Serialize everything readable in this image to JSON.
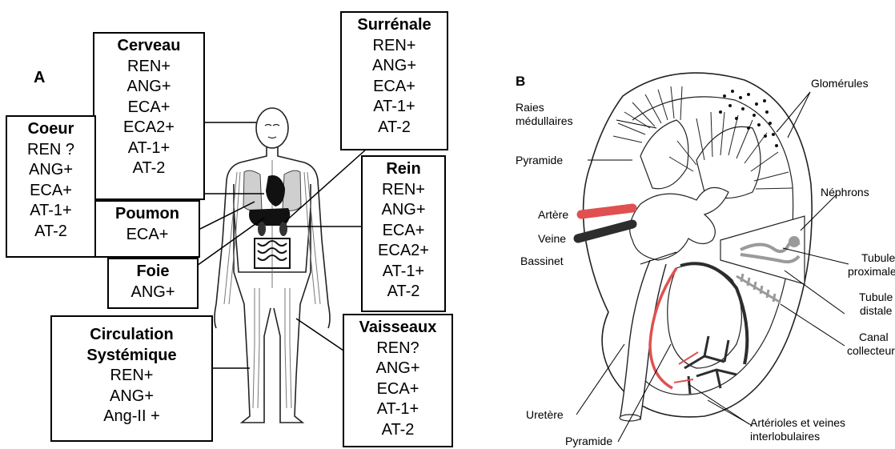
{
  "panel_a": {
    "letter": "A",
    "boxes": {
      "cerveau": {
        "title": "Cerveau",
        "lines": [
          "REN+",
          "ANG+",
          "ECA+",
          "ECA2+",
          "AT-1+",
          "AT-2"
        ]
      },
      "coeur": {
        "title": "Coeur",
        "lines": [
          "REN ?",
          "ANG+",
          "ECA+",
          "AT-1+",
          "AT-2"
        ]
      },
      "poumon": {
        "title": "Poumon",
        "lines": [
          "ECA+"
        ]
      },
      "foie": {
        "title": "Foie",
        "lines": [
          "ANG+"
        ]
      },
      "circulation": {
        "title_lines": [
          "Circulation",
          "Systémique"
        ],
        "lines": [
          "REN+",
          "ANG+",
          "Ang-II +"
        ]
      },
      "surrenale": {
        "title": "Surrénale",
        "lines": [
          "REN+",
          "ANG+",
          "ECA+",
          "AT-1+",
          "AT-2"
        ]
      },
      "rein": {
        "title": "Rein",
        "lines": [
          "REN+",
          "ANG+",
          "ECA+",
          "ECA2+",
          "AT-1+",
          "AT-2"
        ]
      },
      "vaisseaux": {
        "title": "Vaisseaux",
        "lines": [
          "REN?",
          "ANG+",
          "ECA+",
          "AT-1+",
          "AT-2"
        ]
      }
    }
  },
  "panel_b": {
    "letter": "B",
    "labels": {
      "glomerules": "Glomérules",
      "raies_1": "Raies",
      "raies_2": "médullaires",
      "pyramide_top": "Pyramide",
      "nephrons": "Néphrons",
      "artere": "Artère",
      "veine": "Veine",
      "bassinet": "Bassinet",
      "tubule_prox_1": "Tubule",
      "tubule_prox_2": "proximale",
      "tubule_dist_1": "Tubule",
      "tubule_dist_2": "distale",
      "canal_1": "Canal",
      "canal_2": "collecteur",
      "uretere": "Uretère",
      "pyramide_bottom": "Pyramide",
      "arterioles_1": "Artérioles et veines",
      "arterioles_2": "interlobulaires"
    },
    "colors": {
      "artery": "#e05050",
      "vein": "#2d2d2d",
      "tissue": "#9a9a9a"
    }
  }
}
